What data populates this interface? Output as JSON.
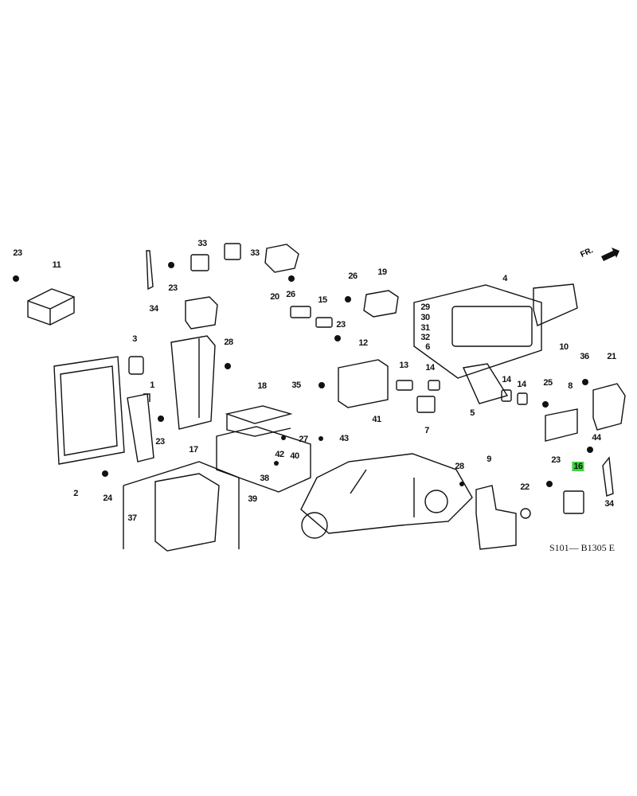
{
  "diagram": {
    "labels": [
      "23",
      "11",
      "34",
      "23",
      "33",
      "33",
      "20",
      "26",
      "15",
      "26",
      "19",
      "23",
      "4",
      "29",
      "30",
      "31",
      "32",
      "6",
      "10",
      "12",
      "3",
      "28",
      "1",
      "18",
      "35",
      "13",
      "14",
      "14",
      "14",
      "5",
      "7",
      "36",
      "21",
      "25",
      "8",
      "44",
      "27",
      "43",
      "41",
      "42",
      "40",
      "38",
      "39",
      "23",
      "17",
      "2",
      "24",
      "37",
      "28",
      "9",
      "22",
      "23",
      "16",
      "34"
    ],
    "highlighted_part": "16",
    "diagram_code": "S101— B1305 E",
    "direction_marker": "FR.",
    "highlight_color": "#3fd43f"
  }
}
